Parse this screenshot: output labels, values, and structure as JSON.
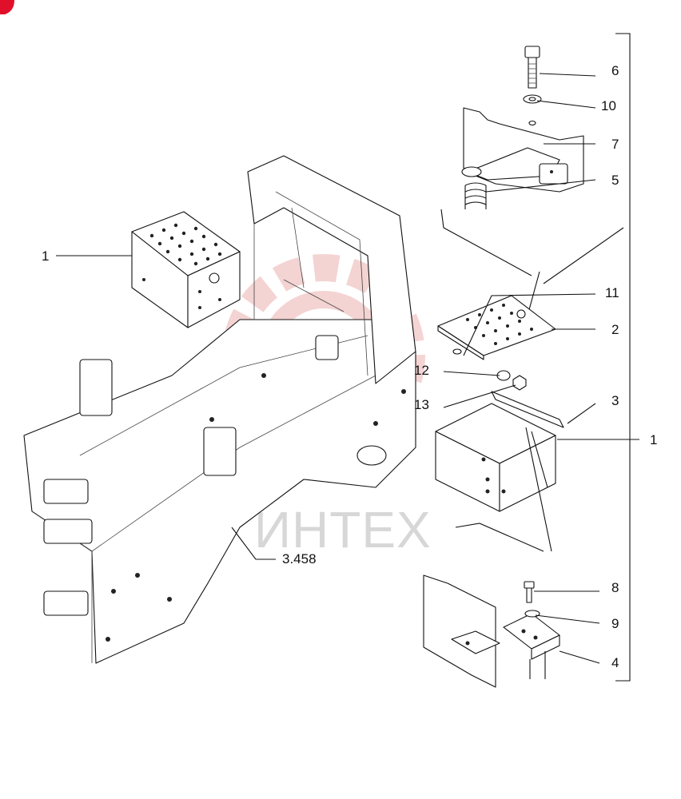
{
  "diagram": {
    "callouts": [
      {
        "id": "c1a",
        "text": "1"
      },
      {
        "id": "c1b",
        "text": "1"
      },
      {
        "id": "c2",
        "text": "2"
      },
      {
        "id": "c3",
        "text": "3"
      },
      {
        "id": "c4",
        "text": "4"
      },
      {
        "id": "c5",
        "text": "5"
      },
      {
        "id": "c6",
        "text": "6"
      },
      {
        "id": "c7",
        "text": "7"
      },
      {
        "id": "c8",
        "text": "8"
      },
      {
        "id": "c9",
        "text": "9"
      },
      {
        "id": "c10",
        "text": "10"
      },
      {
        "id": "c11",
        "text": "11"
      },
      {
        "id": "c12",
        "text": "12"
      },
      {
        "id": "c13",
        "text": "13"
      },
      {
        "id": "c3458",
        "text": "3.458"
      }
    ]
  },
  "watermark": {
    "text": "ИНТЕХ",
    "color": "#e8a0a0"
  },
  "colors": {
    "line": "#111111",
    "corner_badge": "#e0102a"
  }
}
